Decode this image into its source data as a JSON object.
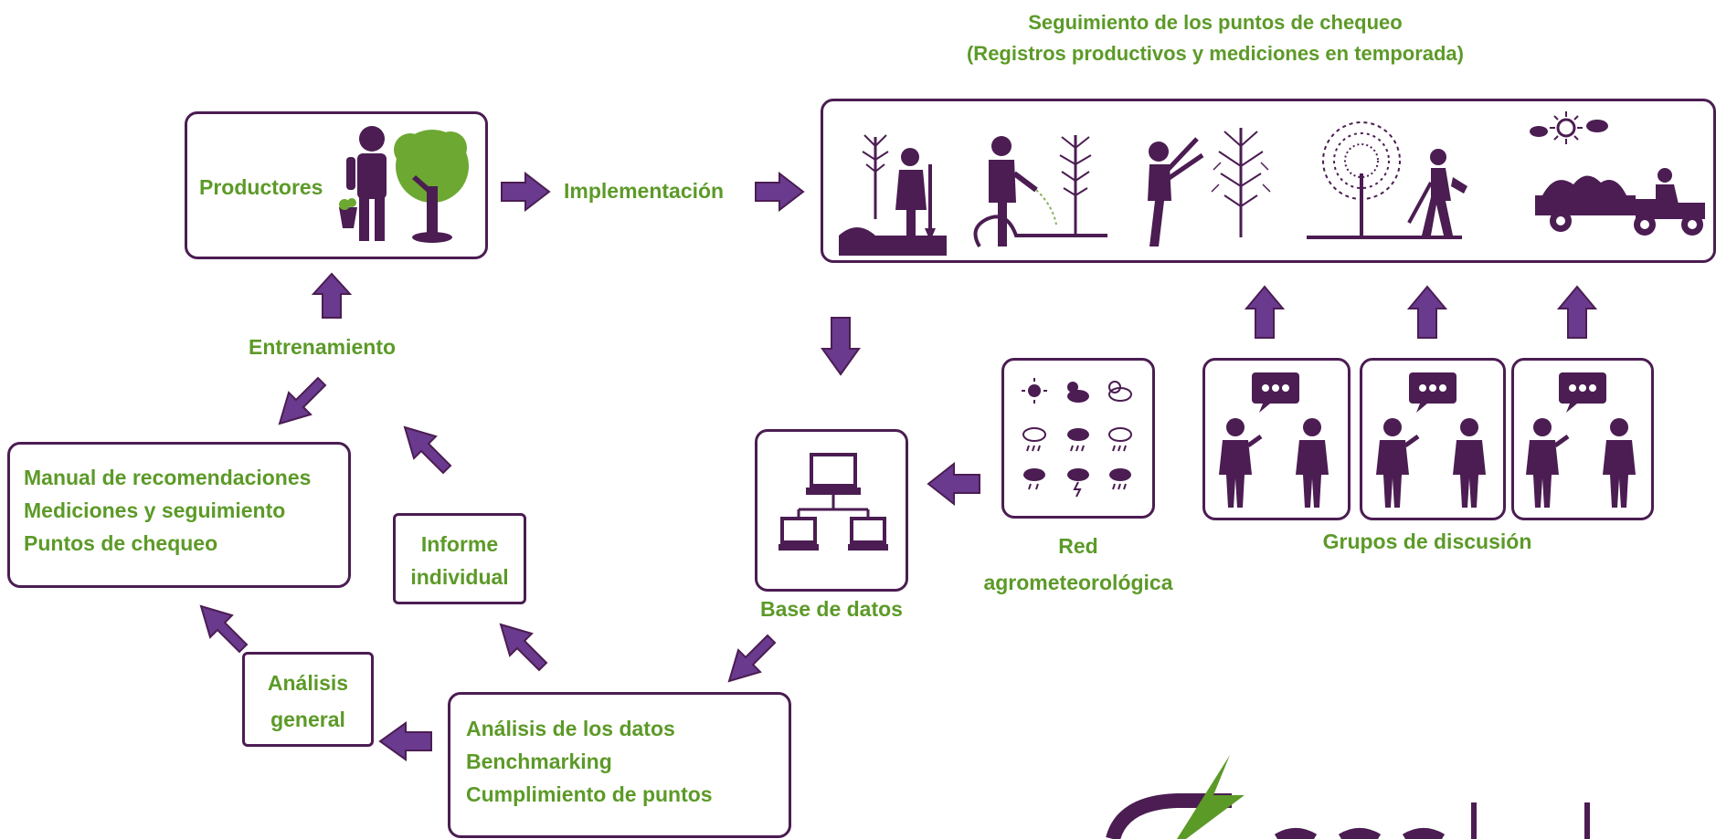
{
  "colors": {
    "purple": "#4b1d52",
    "arrow": "#6a3a8f",
    "green": "#5c9a28"
  },
  "top_caption": {
    "line1": "Seguimiento de los puntos de chequeo",
    "line2": "(Registros productivos y mediciones en temporada)"
  },
  "productores": {
    "label": "Productores"
  },
  "implementacion": {
    "label": "Implementación"
  },
  "entrenamiento": {
    "label": "Entrenamiento"
  },
  "manual": {
    "lines": [
      "Manual de recomendaciones",
      "Mediciones y seguimiento",
      "Puntos de chequeo"
    ]
  },
  "informe": {
    "line1": "Informe",
    "line2": "individual"
  },
  "analisis_general": {
    "line1": "Análisis",
    "line2": "general"
  },
  "analisis_datos": {
    "lines": [
      "Análisis de los datos",
      "Benchmarking",
      "Cumplimiento de puntos"
    ]
  },
  "base_datos": {
    "label": "Base de datos"
  },
  "red": {
    "line1": "Red",
    "line2": "agrometeorológica"
  },
  "grupos": {
    "label": "Grupos de discusión"
  },
  "icons": [
    "planting-icon",
    "irrigation-icon",
    "pruning-icon",
    "leaf-blower-icon",
    "harvest-tractor-icon",
    "weather-icons",
    "network-icon",
    "discussion-group-icon"
  ]
}
